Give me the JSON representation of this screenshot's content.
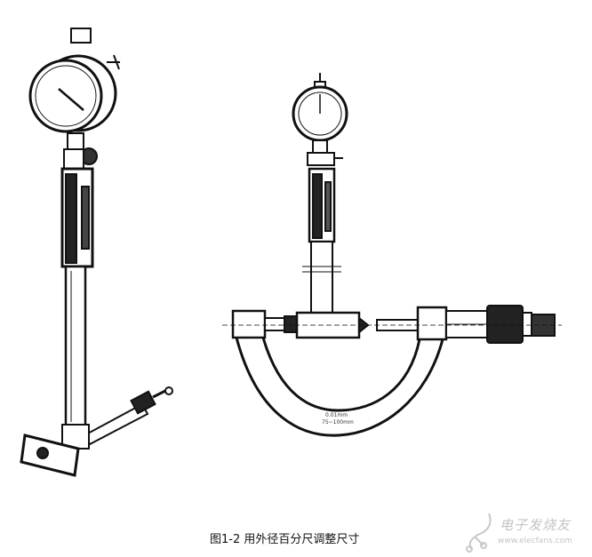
{
  "figure": {
    "caption": "图1-2 用外径百分尺调整尺寸",
    "frame_markings": [
      "0.01mm",
      "75~100mm"
    ]
  },
  "watermark": {
    "title": "电子发烧友",
    "url": "www.elecfans.com"
  }
}
